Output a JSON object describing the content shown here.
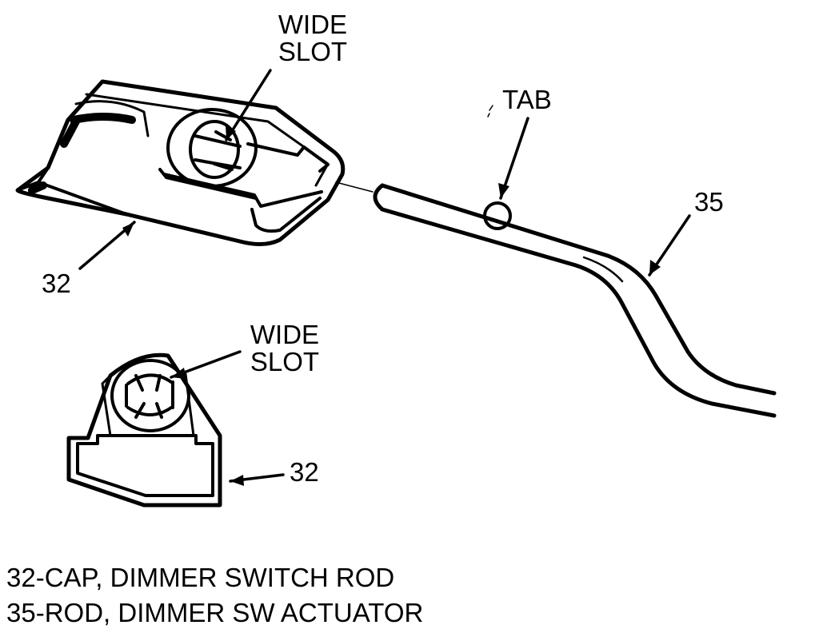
{
  "callouts": {
    "wide_slot_top": {
      "line1": "WIDE",
      "line2": "SLOT"
    },
    "tab": "TAB",
    "rod_number": "35",
    "cap_number_top": "32",
    "wide_slot_bottom": {
      "line1": "WIDE",
      "line2": "SLOT"
    },
    "cap_number_bottom": "32"
  },
  "legend": [
    "32-CAP, DIMMER SWITCH ROD",
    "35-ROD, DIMMER SW ACTUATOR"
  ]
}
